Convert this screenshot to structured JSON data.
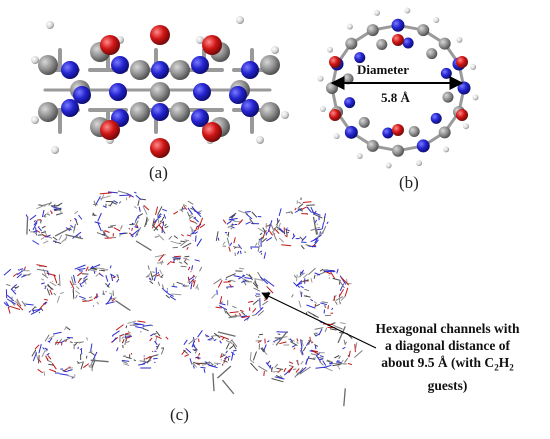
{
  "labels": {
    "a": "(a)",
    "b": "(b)",
    "c": "(c)"
  },
  "diameter": {
    "title": "Diameter",
    "value": "5.8 Å"
  },
  "annotation": {
    "line1": "Hexagonal channels with",
    "line2": "a diagonal distance of",
    "line3_pre": "about 9.5 Å (with C",
    "sub1": "2",
    "mid": "H",
    "sub2": "2",
    "line4": "guests)"
  },
  "colors": {
    "carbon": "#8c8c8c",
    "nitrogen": "#2b2bd6",
    "oxygen": "#d21a1a",
    "hydrogen": "#e8e8e8",
    "bond_dark": "#3a3a3a"
  }
}
